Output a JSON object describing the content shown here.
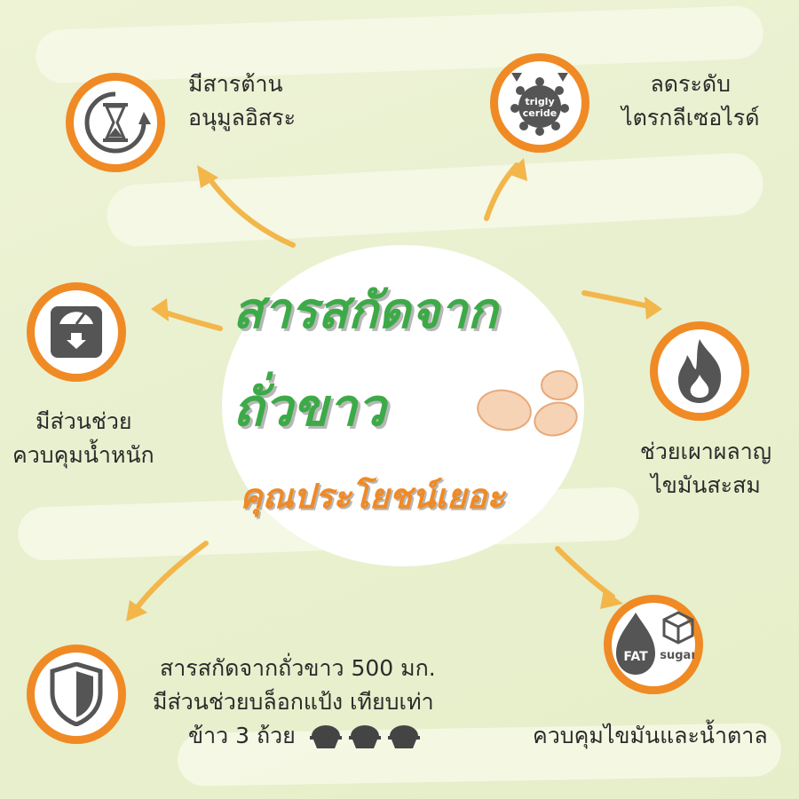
{
  "center": {
    "line1": "สารสกัดจาก",
    "line2": "ถั่วขาว",
    "line3": "คุณประโยชน์เยอะ"
  },
  "benefits": {
    "antioxidant": {
      "icon": "hourglass-icon",
      "line1": "มีสารต้าน",
      "line2": "อนุมูลอิสระ"
    },
    "triglyceride": {
      "icon": "triglyceride-icon",
      "icon_text1": "trigly",
      "icon_text2": "ceride",
      "line1": "ลดระดับ",
      "line2": "ไตรกลีเซอไรด์"
    },
    "weight": {
      "icon": "scale-icon",
      "line1": "มีส่วนช่วย",
      "line2": "ควบคุมน้ำหนัก"
    },
    "fatburn": {
      "icon": "flame-icon",
      "line1": "ช่วยเผาผลาญ",
      "line2": "ไขมันสะสม"
    },
    "starch": {
      "icon": "shield-icon",
      "line1": "สารสกัดจากถั่วขาว 500 มก.",
      "line2": "มีส่วนช่วยบล็อกแป้ง เทียบเท่า",
      "line3": "ข้าว 3 ถ้วย"
    },
    "fatsugar": {
      "icon": "fat-sugar-icon",
      "fat_text": "FAT",
      "sugar_text": "sugar",
      "line1": "ควบคุมไขมันและน้ำตาล"
    }
  },
  "colors": {
    "orange": "#f08a24",
    "green": "#3daa48",
    "icon_gray": "#555555",
    "arrow": "#f3b64a"
  }
}
